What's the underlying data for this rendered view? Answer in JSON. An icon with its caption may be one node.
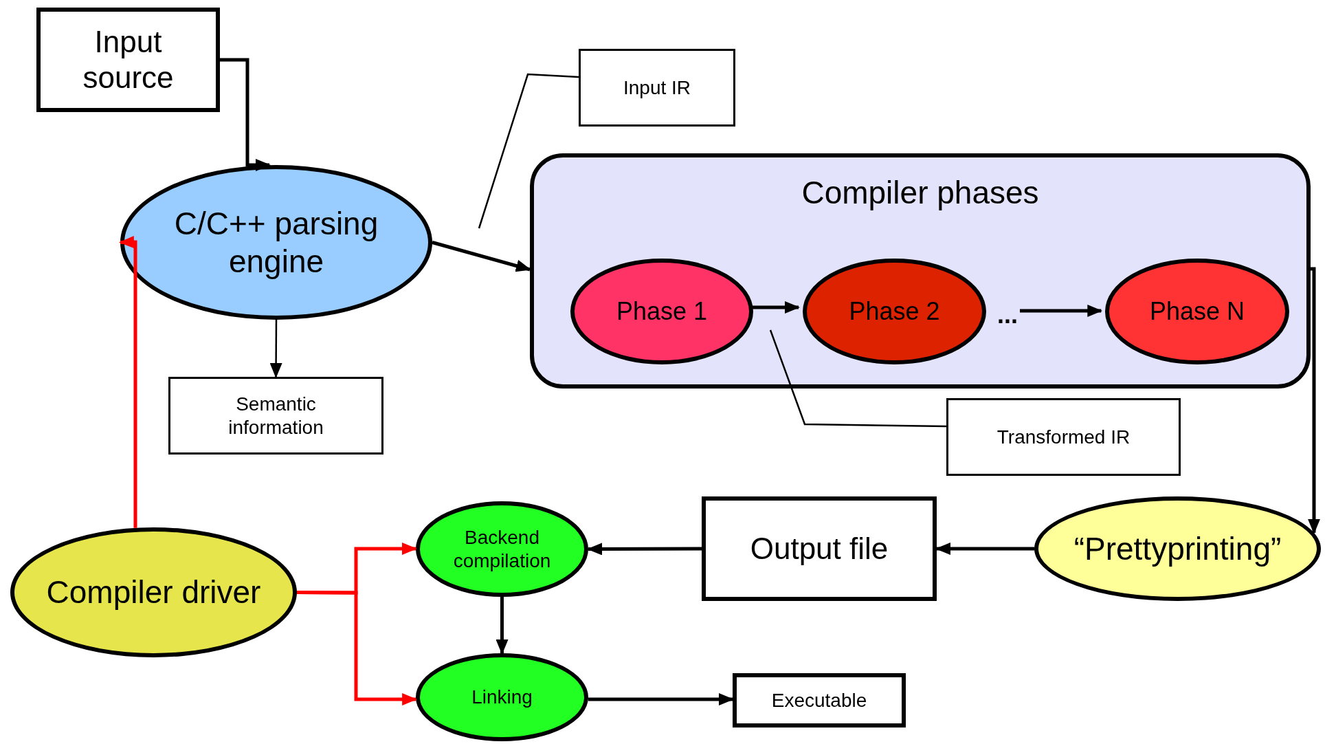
{
  "diagram": {
    "nodes": [
      {
        "text": [
          "Input source"
        ]
      },
      {
        "text": [
          "Input IR"
        ]
      },
      {
        "text": [
          "C/C++ parsing engine"
        ]
      },
      {
        "text": [
          "Compiler phases"
        ]
      },
      {
        "text": [
          "Phase 1"
        ],
        "in": 3
      },
      {
        "text": [
          "Phase 2"
        ],
        "in": 3
      },
      {
        "text": [
          "..."
        ],
        "in": 3
      },
      {
        "text": [
          "Phase N"
        ],
        "in": 3
      },
      {
        "text": [
          "Semantic information"
        ]
      },
      {
        "text": [
          "Transformed IR"
        ]
      },
      {
        "text": [
          "Backend compilation"
        ]
      },
      {
        "text": [
          "Output file"
        ]
      },
      {
        "text": [
          "“Prettyprinting”"
        ]
      },
      {
        "text": [
          "Compiler driver"
        ]
      },
      {
        "text": [
          "Linking"
        ]
      },
      {
        "text": [
          "Executable"
        ]
      }
    ],
    "edges": [
      {
        "from": 0,
        "to": 2,
        "arrow": "to"
      },
      {
        "from": 2,
        "to": 3,
        "arrow": "to"
      },
      {
        "from": 2,
        "to": 8,
        "arrow": "to"
      },
      {
        "from": 4,
        "to": 5,
        "arrow": "to"
      },
      {
        "from": 6,
        "to": 7,
        "arrow": "to"
      },
      {
        "from": 1,
        "to": null,
        "arrow": "none"
      },
      {
        "from": 9,
        "to": null,
        "arrow": "none"
      },
      {
        "from": 3,
        "to": 12,
        "arrow": "to"
      },
      {
        "from": 12,
        "to": 11,
        "arrow": "to"
      },
      {
        "from": 11,
        "to": 10,
        "arrow": "to"
      },
      {
        "from": 10,
        "to": 14,
        "arrow": "to"
      },
      {
        "from": 14,
        "to": 15,
        "arrow": "to"
      },
      {
        "from": 13,
        "to": 2,
        "arrow": "to",
        "color": "#ff0000"
      },
      {
        "from": 13,
        "to": 10,
        "arrow": "to",
        "color": "#ff0000"
      },
      {
        "from": 13,
        "to": 14,
        "arrow": "to",
        "color": "#ff0000"
      }
    ]
  }
}
